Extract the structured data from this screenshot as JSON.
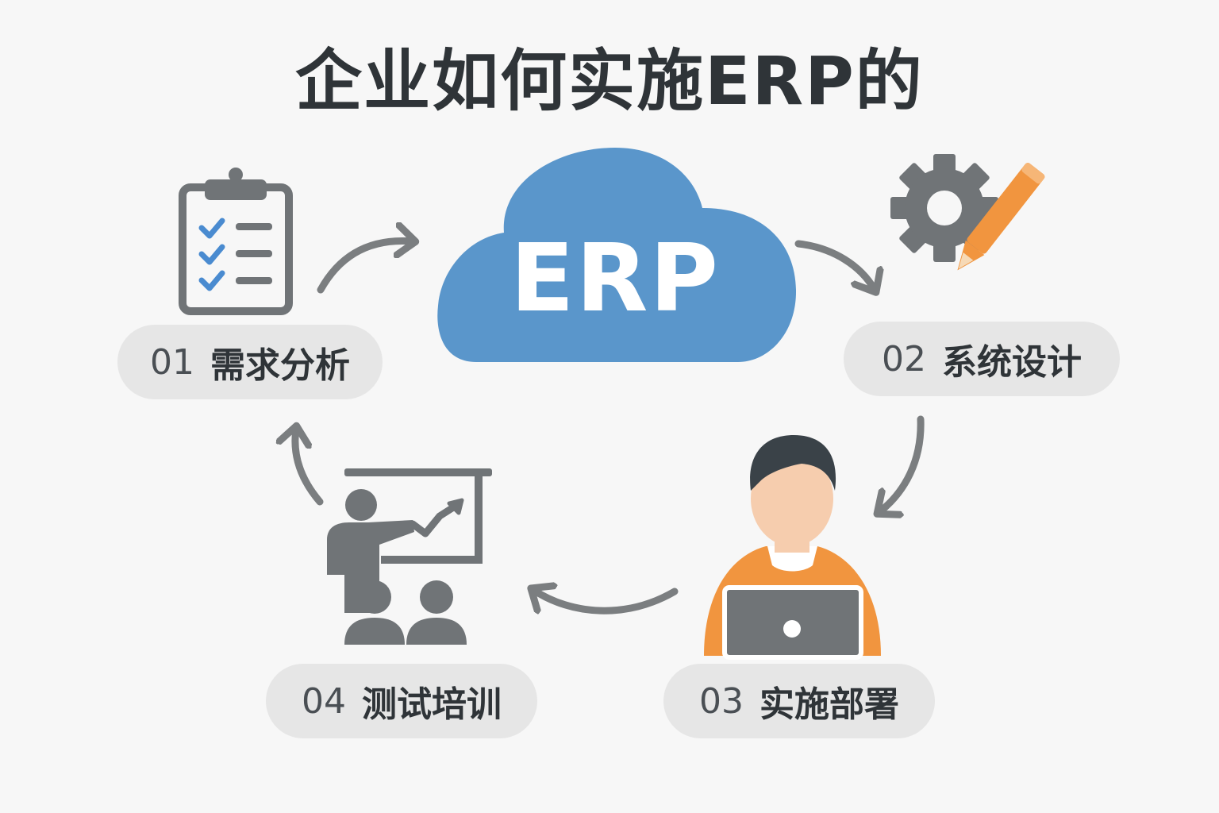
{
  "title": "企业如何实施ERP的",
  "center": {
    "label": "ERP"
  },
  "steps": [
    {
      "number": "01",
      "label": "需求分析"
    },
    {
      "number": "02",
      "label": "系统设计"
    },
    {
      "number": "03",
      "label": "实施部署"
    },
    {
      "number": "04",
      "label": "测试培训"
    }
  ],
  "icons": {
    "step_1": "clipboard-checklist-icon",
    "step_2": "gear-pencil-icon",
    "step_3": "person-laptop-icon",
    "step_4": "presentation-training-icon"
  },
  "colors": {
    "cloud": "#5a96cb",
    "icon_gray": "#707477",
    "accent_orange": "#f1953f",
    "check_blue": "#4a8bd0",
    "pill_bg": "#e6e6e6",
    "title": "#2f3438"
  }
}
